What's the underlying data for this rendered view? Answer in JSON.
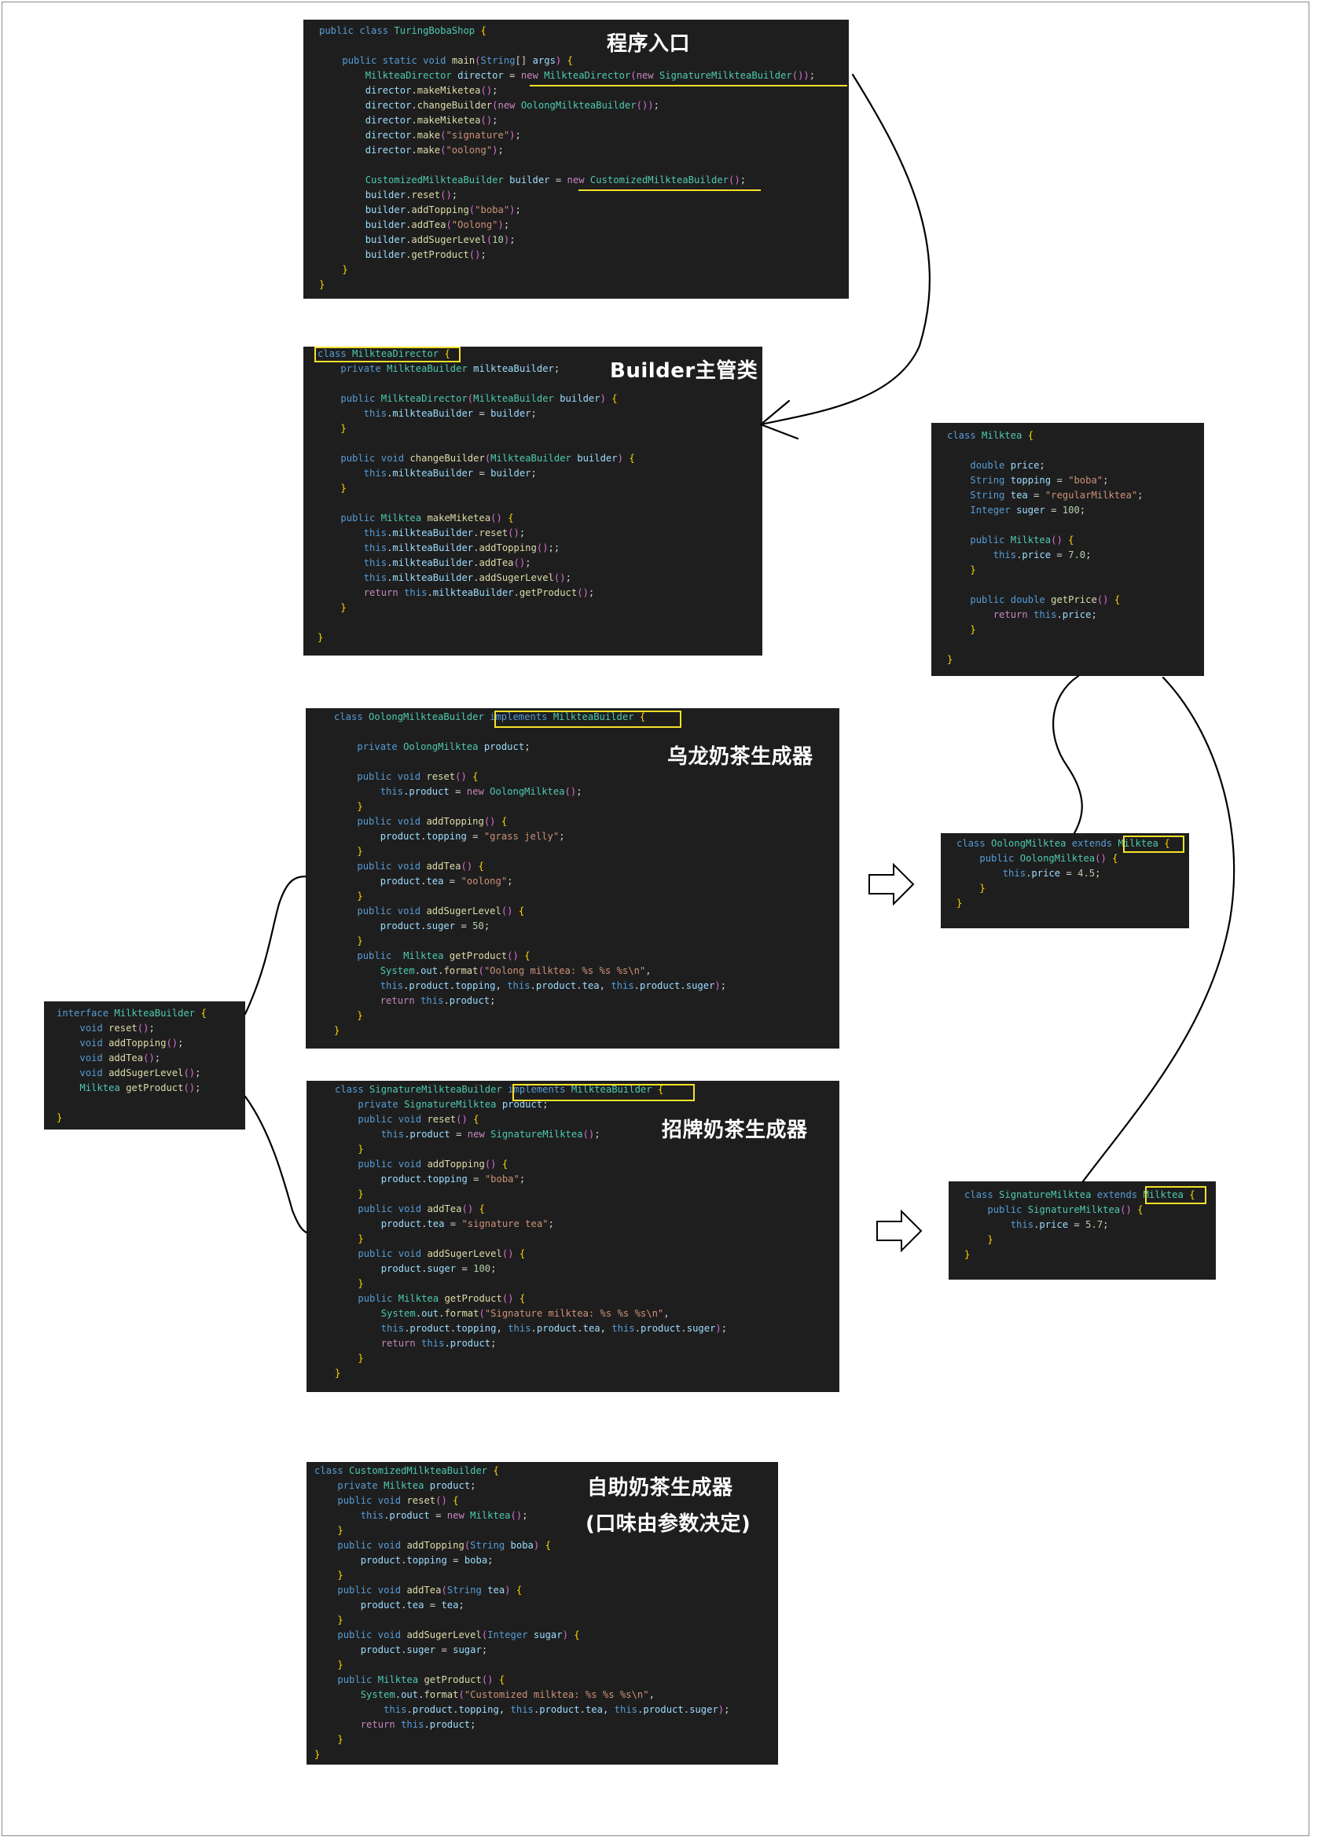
{
  "panels": [
    {
      "id": "turing-boba-shop",
      "title": "程序入口",
      "lines": [
        "public class TuringBobaShop {",
        "",
        "    public static void main(String[] args) {",
        "        MilkteaDirector director = new MilkteaDirector(new SignatureMilkteaBuilder());",
        "        director.makeMiketea();",
        "        director.changeBuilder(new OolongMilkteaBuilder());",
        "        director.makeMiketea();",
        "        director.make(\"signature\");",
        "        director.make(\"oolong\");",
        "",
        "        CustomizedMilkteaBuilder builder = new CustomizedMilkteaBuilder();",
        "        builder.reset();",
        "        builder.addTopping(\"boba\");",
        "        builder.addTea(\"Oolong\");",
        "        builder.addSugerLevel(10);",
        "        builder.getProduct();",
        "    }",
        "}"
      ]
    },
    {
      "id": "milktea-director",
      "title": "Builder主管类",
      "lines": [
        "class MilkteaDirector {",
        "    private MilkteaBuilder milkteaBuilder;",
        "",
        "    public MilkteaDirector(MilkteaBuilder builder) {",
        "        this.milkteaBuilder = builder;",
        "    }",
        "",
        "    public void changeBuilder(MilkteaBuilder builder) {",
        "        this.milkteaBuilder = builder;",
        "    }",
        "",
        "    public Milktea makeMiketea() {",
        "        this.milkteaBuilder.reset();",
        "        this.milkteaBuilder.addTopping();;",
        "        this.milkteaBuilder.addTea();",
        "        this.milkteaBuilder.addSugerLevel();",
        "        return this.milkteaBuilder.getProduct();",
        "    }",
        "",
        "}"
      ]
    },
    {
      "id": "milktea",
      "title": "",
      "lines": [
        "class Milktea {",
        "",
        "    double price;",
        "    String topping = \"boba\";",
        "    String tea = \"regularMilktea\";",
        "    Integer suger = 100;",
        "",
        "    public Milktea() {",
        "        this.price = 7.0;",
        "    }",
        "",
        "    public double getPrice() {",
        "        return this.price;",
        "    }",
        "",
        "}"
      ]
    },
    {
      "id": "oolong-builder",
      "title": "乌龙奶茶生成器",
      "lines": [
        "class OolongMilkteaBuilder implements MilkteaBuilder {",
        "",
        "    private OolongMilktea product;",
        "",
        "    public void reset() {",
        "        this.product = new OolongMilktea();",
        "    }",
        "    public void addTopping() {",
        "        product.topping = \"grass jelly\";",
        "    }",
        "    public void addTea() {",
        "        product.tea = \"oolong\";",
        "    }",
        "    public void addSugerLevel() {",
        "        product.suger = 50;",
        "    }",
        "    public  Milktea getProduct() {",
        "        System.out.format(\"Oolong milktea: %s %s %s\\n\",",
        "        this.product.topping, this.product.tea, this.product.suger);",
        "        return this.product;",
        "    }",
        "}"
      ]
    },
    {
      "id": "oolong-milktea",
      "title": "",
      "lines": [
        "class OolongMilktea extends Milktea {",
        "    public OolongMilktea() {",
        "        this.price = 4.5;",
        "    }",
        "}"
      ]
    },
    {
      "id": "milktea-builder-interface",
      "title": "",
      "lines": [
        "interface MilkteaBuilder {",
        "    void reset();",
        "    void addTopping();",
        "    void addTea();",
        "    void addSugerLevel();",
        "    Milktea getProduct();",
        "",
        "}"
      ]
    },
    {
      "id": "signature-builder",
      "title": "招牌奶茶生成器",
      "lines": [
        "class SignatureMilkteaBuilder implements MilkteaBuilder {",
        "    private SignatureMilktea product;",
        "    public void reset() {",
        "        this.product = new SignatureMilktea();",
        "    }",
        "    public void addTopping() {",
        "        product.topping = \"boba\";",
        "    }",
        "    public void addTea() {",
        "        product.tea = \"signature tea\";",
        "    }",
        "    public void addSugerLevel() {",
        "        product.suger = 100;",
        "    }",
        "    public Milktea getProduct() {",
        "        System.out.format(\"Signature milktea: %s %s %s\\n\",",
        "        this.product.topping, this.product.tea, this.product.suger);",
        "        return this.product;",
        "    }",
        "}"
      ]
    },
    {
      "id": "signature-milktea",
      "title": "",
      "lines": [
        "class SignatureMilktea extends Milktea {",
        "    public SignatureMilktea() {",
        "        this.price = 5.7;",
        "    }",
        "}"
      ]
    },
    {
      "id": "customized-builder",
      "title": "自助奶茶生成器",
      "subtitle": "(口味由参数决定)",
      "lines": [
        "class CustomizedMilkteaBuilder {",
        "    private Milktea product;",
        "    public void reset() {",
        "        this.product = new Milktea();",
        "    }",
        "    public void addTopping(String boba) {",
        "        product.topping = boba;",
        "    }",
        "    public void addTea(String tea) {",
        "        product.tea = tea;",
        "    }",
        "    public void addSugerLevel(Integer sugar) {",
        "        product.suger = sugar;",
        "    }",
        "    public Milktea getProduct() {",
        "        System.out.format(\"Customized milktea: %s %s %s\\n\",",
        "            this.product.topping, this.product.tea, this.product.suger);",
        "        return this.product;",
        "    }",
        "}"
      ]
    }
  ],
  "colors": {
    "panel_bg": "#1e1e1e",
    "highlight": "#f5e12a",
    "keyword": "#569cd6",
    "type": "#4ec9b0",
    "variable": "#9cdcfe",
    "function": "#dcdcaa",
    "string": "#ce9178",
    "number": "#b5cea8"
  }
}
